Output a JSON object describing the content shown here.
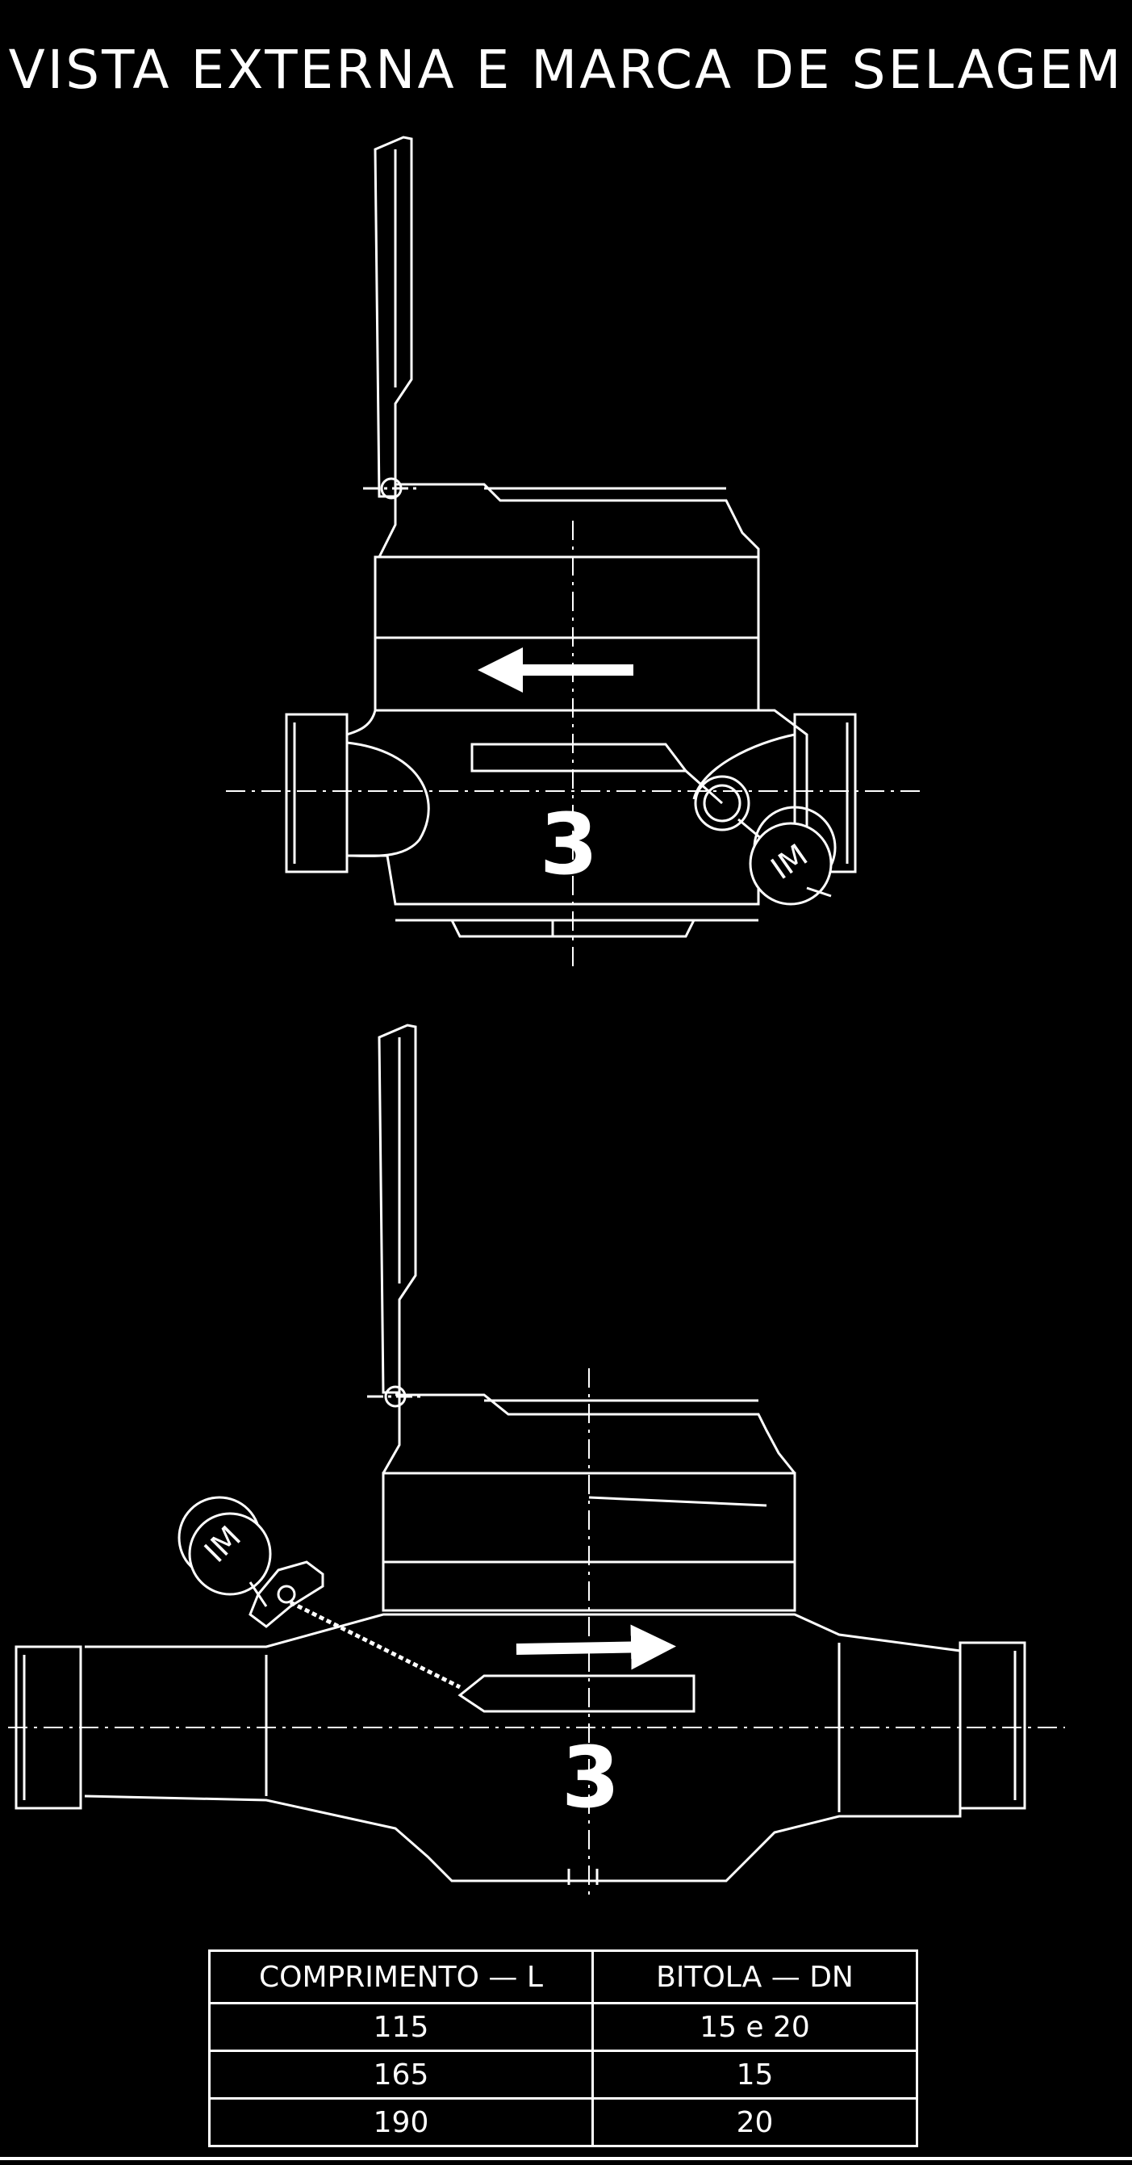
{
  "title": "VISTA EXTERNA E MARCA DE SELAGEM",
  "top_view": {
    "meter_number": "3",
    "seal_marking": "IM"
  },
  "bottom_view": {
    "meter_number": "3",
    "seal_marking": "IM"
  },
  "table": {
    "headers": [
      "COMPRIMENTO  —  L",
      "BITOLA   —  DN"
    ],
    "rows": [
      [
        "115",
        "15  e  20"
      ],
      [
        "165",
        "15"
      ],
      [
        "190",
        "20"
      ]
    ]
  },
  "colors": {
    "background": "#000000",
    "line": "#ffffff"
  }
}
